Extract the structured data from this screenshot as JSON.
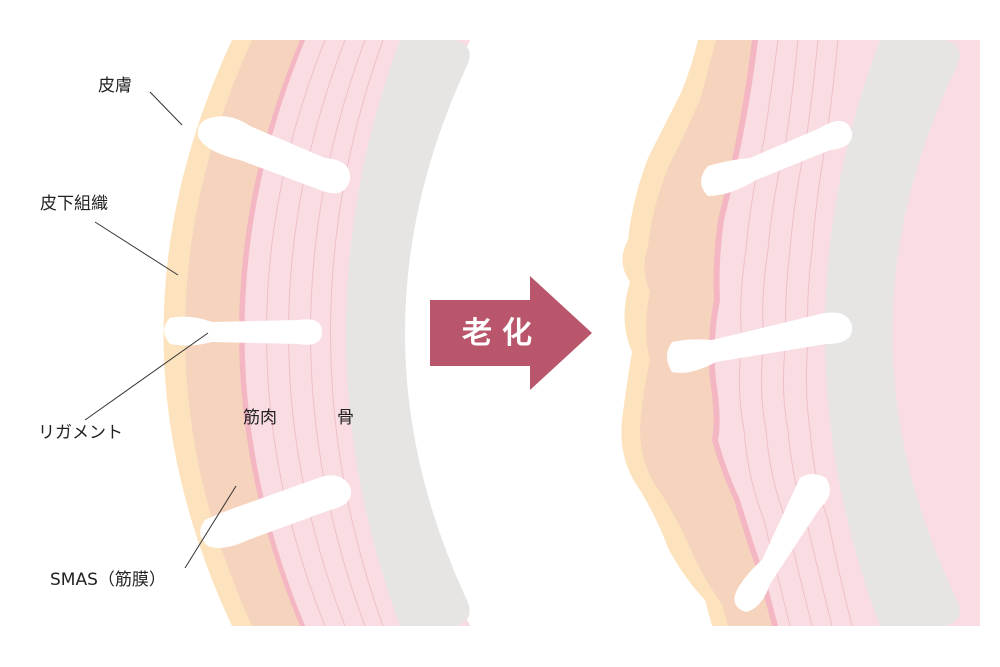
{
  "labels": {
    "skin": "皮膚",
    "subcutaneous": "皮下組織",
    "ligament": "リガメント",
    "smas": "SMAS（筋膜）",
    "muscle": "筋肉",
    "bone": "骨"
  },
  "arrow_text": "老化",
  "colors": {
    "skin": "#fde3bd",
    "skin_edge": "#f9d6a3",
    "subcutaneous": "#f6d3bd",
    "smas_line": "#f3b6c2",
    "muscle": "#f9dde2",
    "muscle_lines": "#efbfc9",
    "bone": "#e6e5e3",
    "ligament": "#ffffff",
    "arrow": "#b9566b",
    "leader": "#333333"
  }
}
